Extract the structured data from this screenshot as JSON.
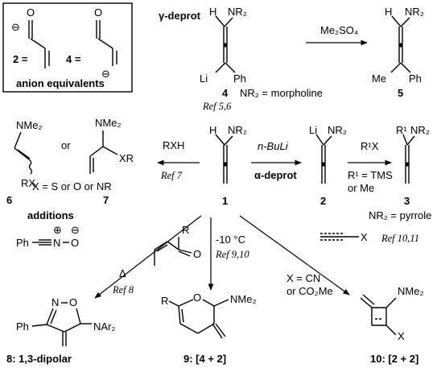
{
  "box": {
    "anion_label": "anion equivalents",
    "cmpd2_label": "2 =",
    "cmpd4_label": "4 =",
    "O1": "O",
    "O2": "O",
    "minus1": "⊖",
    "minus2": "⊖"
  },
  "gamma": {
    "title": "γ-deprot",
    "reagent": "Me₂SO₄",
    "cmpd4": {
      "H": "H",
      "NR2": "NR₂",
      "Li": "Li",
      "Ph": "Ph",
      "num": "4"
    },
    "cmpd5": {
      "H": "H",
      "NR2": "NR₂",
      "Me": "Me",
      "Ph": "Ph",
      "num": "5"
    },
    "ref": "Ref 5,6",
    "note": "NR₂ = morpholine"
  },
  "center": {
    "cmpd1": {
      "H": "H",
      "NR2": "NR₂",
      "num": "1"
    },
    "alpha_title": "α-deprot",
    "alpha_reagent": "n-BuLi",
    "cmpd2": {
      "Li": "Li",
      "NR2": "NR₂",
      "num": "2"
    },
    "r1x": "R¹X",
    "r1_line1": "R¹ = TMS",
    "r1_line2": "or Me",
    "cmpd3": {
      "R1": "R¹",
      "NR2": "NR₂",
      "num": "3"
    },
    "note3": "NR₂ = pyrrole"
  },
  "additions": {
    "reagent": "RXH",
    "ref": "Ref 7",
    "cmpd6": {
      "NMe2": "NMe₂",
      "RX": "RX",
      "num": "6"
    },
    "or": "or",
    "cmpd7": {
      "NMe2": "NMe₂",
      "XR": "XR",
      "num": "7"
    },
    "xdef": "X = S or O or NR",
    "title": "additions"
  },
  "dipolar": {
    "Ph": "Ph",
    "plus": "⊕",
    "minus": "⊖",
    "N": "N",
    "O": "O",
    "delta": "Δ",
    "ref": "Ref 8",
    "prod": {
      "N": "N",
      "O": "O",
      "Ph": "Ph",
      "NAr2": "NAr₂"
    },
    "label": "8: 1,3-dipolar"
  },
  "diels": {
    "R": "R",
    "O": "O",
    "temp": "-10 °C",
    "ref": "Ref 9,10",
    "prod": {
      "R": "R",
      "O": "O",
      "NMe2": "NMe₂"
    },
    "label": "9: [4 + 2]"
  },
  "cyclo": {
    "X": "X",
    "ref": "Ref 10,11",
    "xdef1": "X = CN",
    "xdef2": "or CO₂Me",
    "prod": {
      "NMe2": "NMe₂",
      "X": "X"
    },
    "label": "10: [2 + 2]"
  }
}
